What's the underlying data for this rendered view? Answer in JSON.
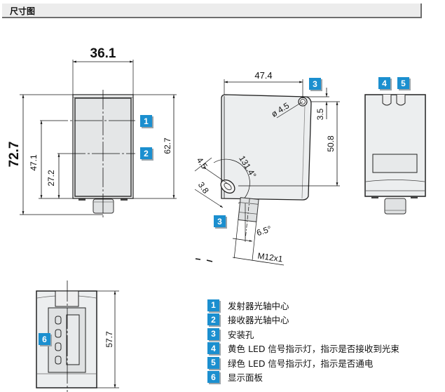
{
  "header": {
    "title": "尺寸图"
  },
  "front_view": {
    "width_dim": "36.1",
    "total_height_dim": "72.7",
    "emitter_axis_dim": "47.1",
    "receiver_axis_dim": "27.2",
    "body_height_dim": "62.7",
    "callout_1": "1",
    "callout_2": "2"
  },
  "side_view": {
    "width_dim": "47.4",
    "hole_diameter_dim": "ø 4.5",
    "top_offset_dim": "3.5",
    "hole_spacing_dim": "50.8",
    "slot_width_dim": "4.5",
    "slot_length_dim": "3.8",
    "angle_dim": "131.4°",
    "connector_angle_dim": "6.5°",
    "connector_thread": "M12x1",
    "callout_3_top": "3",
    "callout_3_bottom": "3"
  },
  "back_view": {
    "callout_4": "4",
    "callout_5": "5"
  },
  "panel_view": {
    "height_dim": "57.7",
    "callout_6": "6"
  },
  "legend": [
    {
      "num": "1",
      "text": "发射器光轴中心"
    },
    {
      "num": "2",
      "text": "接收器光轴中心"
    },
    {
      "num": "3",
      "text": "安装孔"
    },
    {
      "num": "4",
      "text": "黄色 LED 信号指示灯，指示是否接收到光束"
    },
    {
      "num": "5",
      "text": "绿色 LED 信号指示灯，指示是否通电"
    },
    {
      "num": "6",
      "text": "显示面板"
    }
  ],
  "colors": {
    "badge": "#1b8fcf",
    "body_fill": "#e8eaeb",
    "header_bg": "#ececec"
  }
}
